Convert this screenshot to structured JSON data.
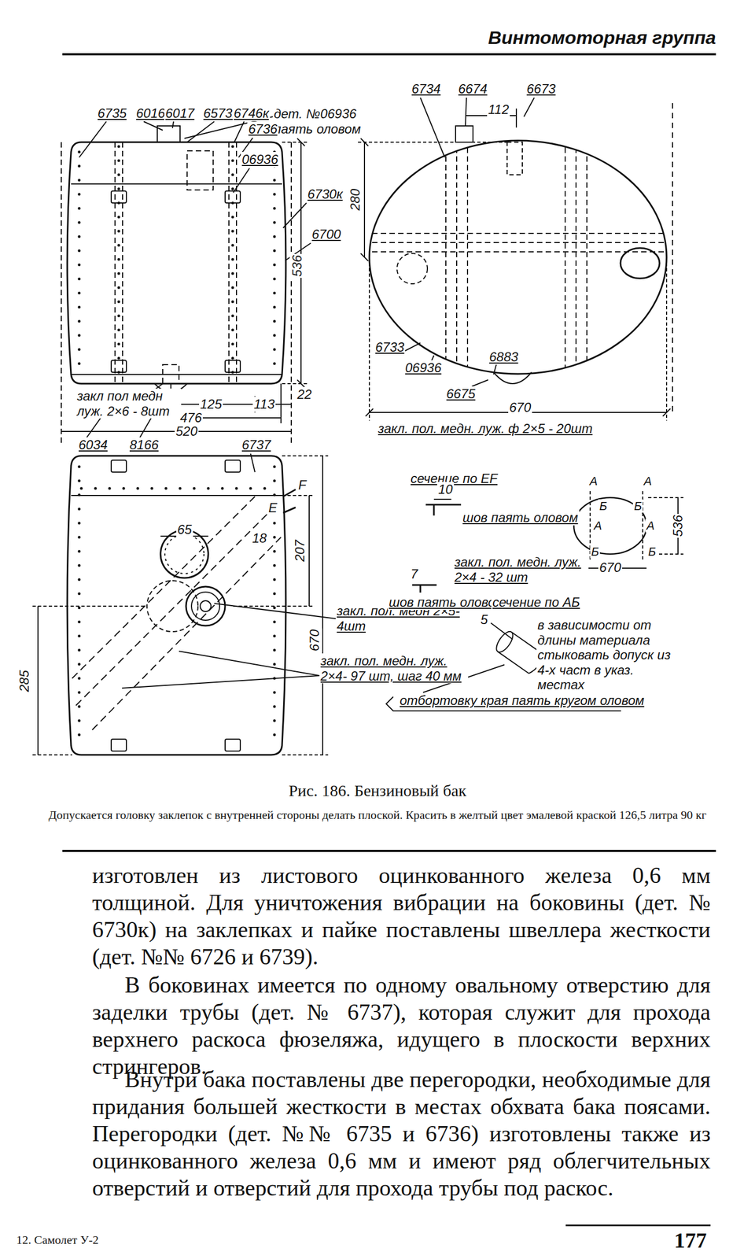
{
  "diagram": {
    "title": "Винтомоторная группа",
    "caption": "Рис. 186. Бензиновый бак",
    "labels": [
      "6735",
      "6016",
      "6017",
      "6573к",
      "6746к",
      "дет. №06936 паять оловом",
      "6736",
      "06936",
      "6730к",
      "6700",
      "536",
      "закл пол медн луж. 2×6 - 8шт",
      "125",
      "113",
      "22",
      "476",
      "520",
      "6034",
      "8166",
      "6737",
      "6734",
      "6674",
      "6673",
      "112",
      "280",
      "6733",
      "06936",
      "6883",
      "6675",
      "670",
      "закл. пол. медн. луж. ф 2×5 - 20шт",
      "65",
      "18",
      "207",
      "670",
      "285",
      "E",
      "F",
      "закл. пол. медн 2×5- 4шт",
      "закл. пол. медн. луж. 2×4- 97 шт, шаг 40 мм",
      "сечение по EF",
      "10",
      "шов паять оловом",
      "закл. пол. медн. луж. 2×4 - 32 шт",
      "7",
      "шов паять оловом",
      "сечение по АБ",
      "5",
      "в зависимости от длины материала стыковать допуск из 4-х част в указ. местах",
      "отбортовку края паять кругом оловом",
      "А",
      "А",
      "Б",
      "Б",
      "А",
      "А",
      "Б",
      "Б",
      "536",
      "670",
      "Допускается головку заклепок с внутренней стороны делать плоской. Красить в желтый цвет эмалевой краской 126,5 литра 90 кг",
      "изготовлен из листового оцинкованного железа 0,6 мм толщиной. Для уничтожения вибрации на боковины (дет. № 6730к) на заклепках и пайке поставлены швеллера жесткости (дет. №№ 6726 и 6739).",
      "В боковинах имеется по одному овальному отверстию для заделки трубы (дет. № 6737), которая служит для прохода верхнего раскоса фюзеляжа, идущего в плоскости верхних стрингеров.",
      "Внутри бака поставлены две перегородки, необходимые для придания большей жесткости в местах обхвата бака поясами. Перегородки (дет. №№ 6735 и 6736) изготовлены также из оцинкованного железа 0,6 мм и имеют ряд облегчительных отверстий и отверстий для прохода трубы под раскос.",
      "12. Самолет У-2",
      "177"
    ]
  }
}
